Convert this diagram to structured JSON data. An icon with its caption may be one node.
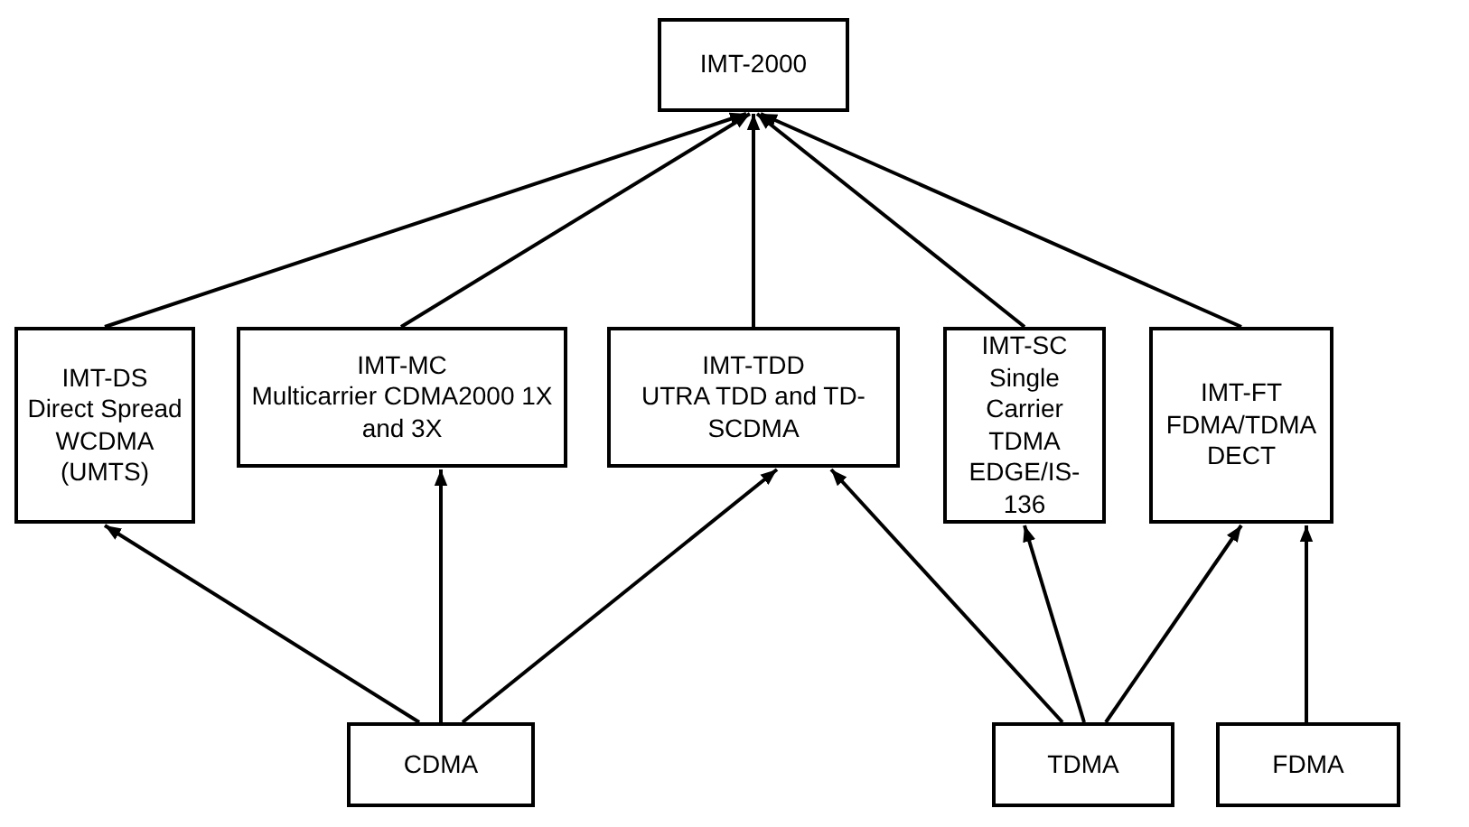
{
  "diagram": {
    "nodes": [
      {
        "text": [
          "IMT-2000"
        ]
      },
      {
        "text": [
          "IMT-DS",
          "Direct Spread WCDMA (UMTS)"
        ]
      },
      {
        "text": [
          "IMT-MC",
          "Multicarrier CDMA2000 1X and 3X"
        ]
      },
      {
        "text": [
          "IMT-TDD",
          "UTRA TDD and TD-SCDMA"
        ]
      },
      {
        "text": [
          "IMT-SC",
          "Single Carrier TDMA EDGE/IS-136"
        ]
      },
      {
        "text": [
          "IMT-FT",
          "FDMA/TDMA DECT"
        ]
      },
      {
        "text": [
          "CDMA"
        ]
      },
      {
        "text": [
          "TDMA"
        ]
      },
      {
        "text": [
          "FDMA"
        ]
      }
    ],
    "edges": [
      {
        "from": 1,
        "to": 0,
        "arrow": "to"
      },
      {
        "from": 2,
        "to": 0,
        "arrow": "to"
      },
      {
        "from": 3,
        "to": 0,
        "arrow": "to"
      },
      {
        "from": 4,
        "to": 0,
        "arrow": "to"
      },
      {
        "from": 5,
        "to": 0,
        "arrow": "to"
      },
      {
        "from": 6,
        "to": 1,
        "arrow": "to"
      },
      {
        "from": 6,
        "to": 2,
        "arrow": "to"
      },
      {
        "from": 6,
        "to": 3,
        "arrow": "to"
      },
      {
        "from": 7,
        "to": 3,
        "arrow": "to"
      },
      {
        "from": 7,
        "to": 4,
        "arrow": "to"
      },
      {
        "from": 7,
        "to": 5,
        "arrow": "to"
      },
      {
        "from": 8,
        "to": 5,
        "arrow": "to"
      }
    ]
  }
}
